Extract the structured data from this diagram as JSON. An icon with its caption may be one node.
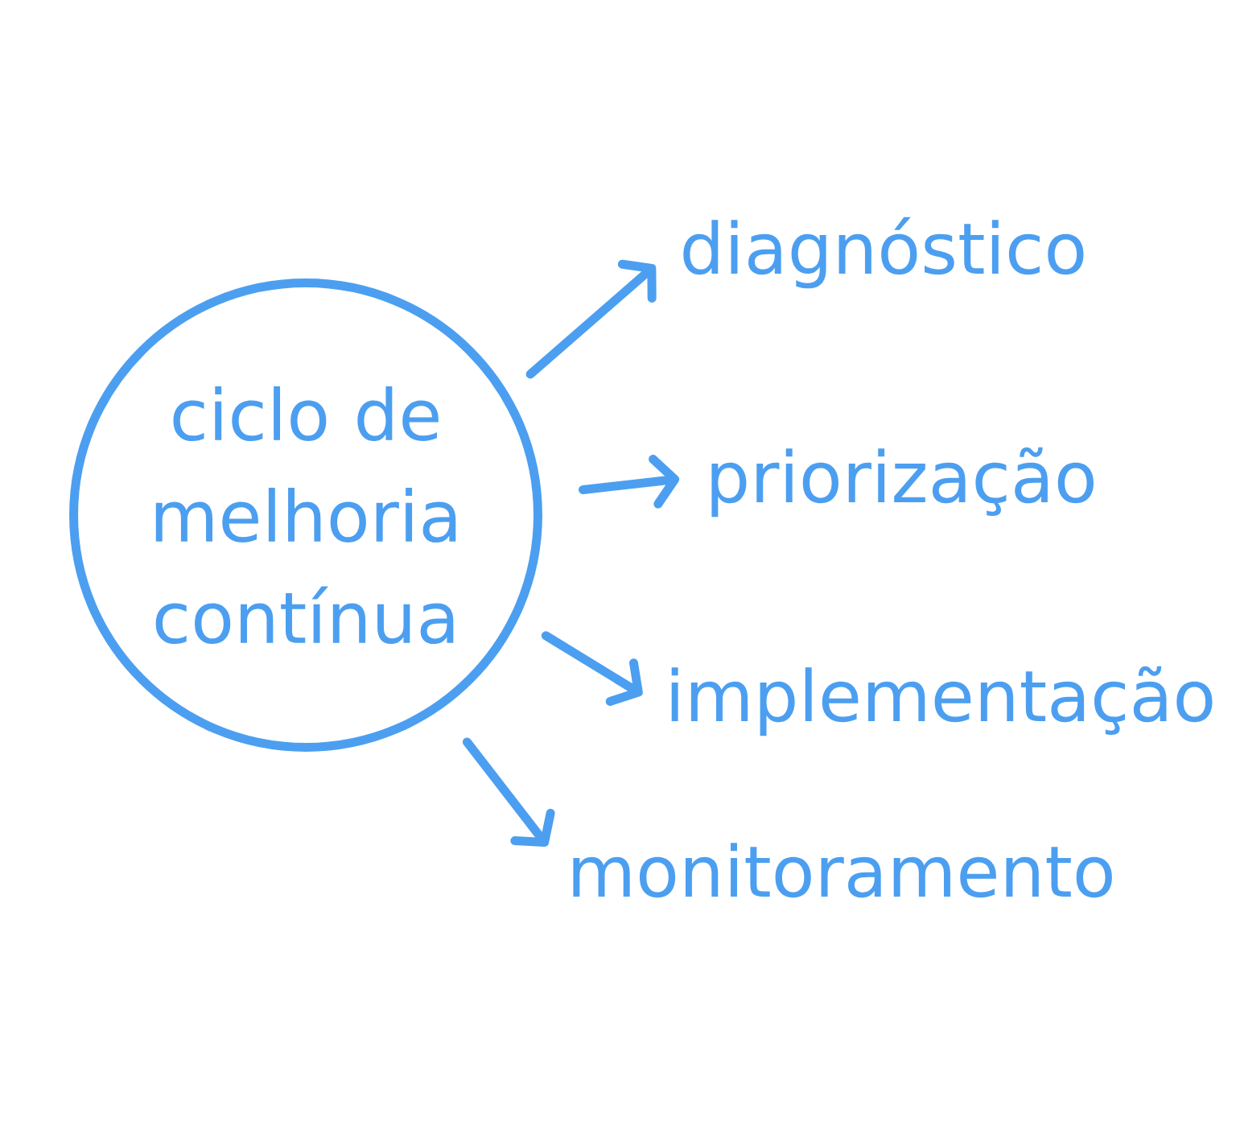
{
  "diagram": {
    "nodes": [
      {
        "text": [
          "ciclo de melhoria contínua"
        ]
      },
      {
        "text": [
          "diagnóstico"
        ]
      },
      {
        "text": [
          "priorização"
        ]
      },
      {
        "text": [
          "implementação"
        ]
      },
      {
        "text": [
          "monitoramento"
        ]
      }
    ],
    "edges": [
      {
        "from": 0,
        "to": 1,
        "arrow": "to"
      },
      {
        "from": 0,
        "to": 2,
        "arrow": "to"
      },
      {
        "from": 0,
        "to": 3,
        "arrow": "to"
      },
      {
        "from": 0,
        "to": 4,
        "arrow": "to"
      }
    ]
  }
}
